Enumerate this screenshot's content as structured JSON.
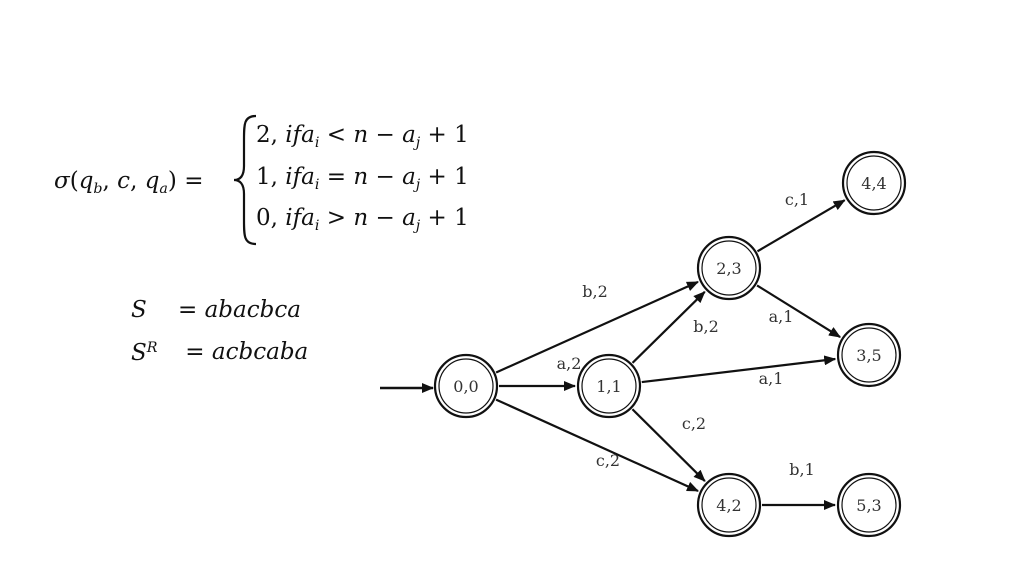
{
  "formula": {
    "lhs": {
      "sigma": "σ",
      "q_base": "q",
      "q_sub_first": "b",
      "c": "c",
      "q_sub_last": "a"
    },
    "cases": [
      {
        "value": "2",
        "cond": "if",
        "a": "a",
        "sub_i": "i",
        "op": "<",
        "n": "n",
        "minus": "−",
        "sub_j": "j",
        "plus_one": "+ 1"
      },
      {
        "value": "1",
        "cond": "if",
        "a": "a",
        "sub_i": "i",
        "op": "=",
        "n": "n",
        "minus": "−",
        "sub_j": "j",
        "plus_one": "+ 1"
      },
      {
        "value": "0",
        "cond": "if",
        "a": "a",
        "sub_i": "i",
        "op": ">",
        "n": "n",
        "minus": "−",
        "sub_j": "j",
        "plus_one": "+ 1"
      }
    ]
  },
  "strings": {
    "s_name": "S",
    "s_value": "abacbca",
    "sr_name": "S",
    "sr_sup": "R",
    "sr_value": "acbcaba"
  },
  "automaton": {
    "nodes": [
      {
        "id": "n00",
        "label": "0,0"
      },
      {
        "id": "n11",
        "label": "1,1"
      },
      {
        "id": "n23",
        "label": "2,3"
      },
      {
        "id": "n42",
        "label": "4,2"
      },
      {
        "id": "n44",
        "label": "4,4"
      },
      {
        "id": "n35",
        "label": "3,5"
      },
      {
        "id": "n53",
        "label": "5,3"
      }
    ],
    "edges": [
      {
        "from": "n00",
        "to": "n23",
        "label": "b,2"
      },
      {
        "from": "n00",
        "to": "n11",
        "label": "a,2"
      },
      {
        "from": "n00",
        "to": "n42",
        "label": "c,2"
      },
      {
        "from": "n11",
        "to": "n23",
        "label": "b,2"
      },
      {
        "from": "n11",
        "to": "n35",
        "label": "a,1"
      },
      {
        "from": "n11",
        "to": "n42",
        "label": "c,2"
      },
      {
        "from": "n23",
        "to": "n44",
        "label": "c,1"
      },
      {
        "from": "n23",
        "to": "n35",
        "label": "a,1"
      },
      {
        "from": "n42",
        "to": "n53",
        "label": "b,1"
      }
    ],
    "start_node": "n00",
    "colors": {
      "stroke": "#111111",
      "label": "#333333"
    }
  }
}
